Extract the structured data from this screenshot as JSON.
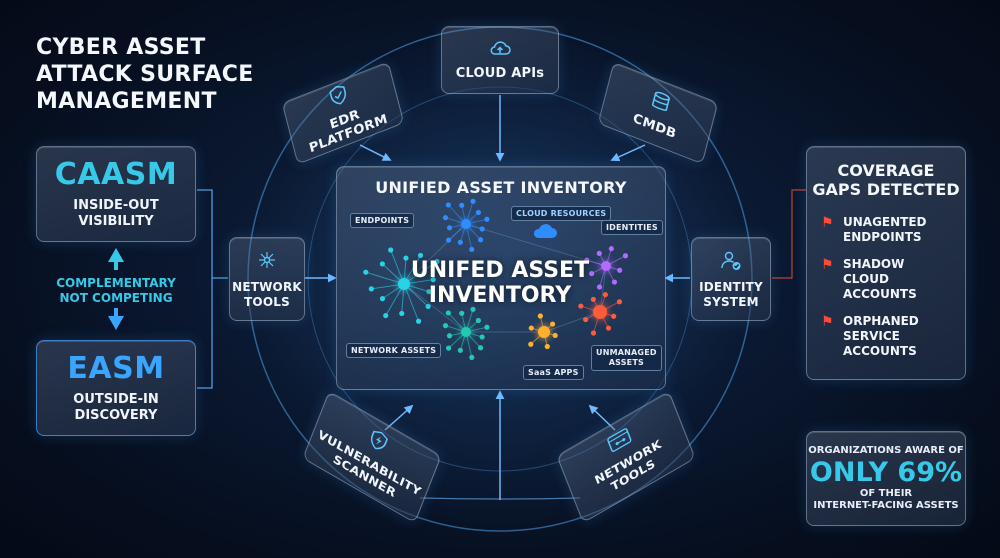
{
  "title": "CYBER ASSET\nATTACK SURFACE\nMANAGEMENT",
  "caasm": {
    "acronym": "CAASM",
    "description": "INSIDE-OUT\nVISIBILITY"
  },
  "complementary_label": "COMPLEMENTARY\nNOT COMPETING",
  "easm": {
    "acronym": "EASM",
    "description": "OUTSIDE-IN\nDISCOVERY"
  },
  "sources": {
    "cloud_apis": "CLOUD APIs",
    "edr_platform": "EDR PLATFORM",
    "cmdb": "CMDB",
    "network_tools_left": "NETWORK\nTOOLS",
    "identity_system": "IDENTITY\nSYSTEM",
    "vulnerability_scanner": "VULNERABILITY\nSCANNER",
    "network_tools_bottom": "NETWORK\nTOOLS"
  },
  "inventory": {
    "header": "UNIFIED ASSET INVENTORY",
    "center_label": "UNIFED ASSET\nINVENTORY",
    "tags": {
      "endpoints": "ENDPOINTS",
      "cloud_resources": "CLOUD RESOURCES",
      "identities": "IDENTITIES",
      "network_assets": "NETWORK ASSETS",
      "saas_apps": "SaaS APPS",
      "unmanaged_assets": "UNMANAGED\nASSETS"
    }
  },
  "coverage": {
    "title": "COVERAGE\nGAPS DETECTED",
    "items": [
      "UNAGENTED\nENDPOINTS",
      "SHADOW CLOUD\nACCOUNTS",
      "ORPHANED\nSERVICE\nACCOUNTS"
    ]
  },
  "stat": {
    "line1": "ORGANIZATIONS AWARE OF",
    "highlight": "ONLY 69%",
    "line2": "OF THEIR\nINTERNET-FACING ASSETS"
  },
  "colors": {
    "accent": "#37c9e8",
    "easm_accent": "#3aa4ff",
    "flag": "#ff4a3a",
    "endpoints_cluster": "#29d3e6",
    "cloud_cluster": "#2f8cff",
    "identities_cluster": "#b26bff",
    "network_cluster": "#22c9b3",
    "saas_cluster": "#ffb02e",
    "unmanaged_cluster": "#ff5a3a"
  },
  "icons": {
    "cloud_apis": "cloud-upload-icon",
    "edr_platform": "shield-check-icon",
    "cmdb": "database-icon",
    "network_tools": "network-hub-icon",
    "identity_system": "user-check-icon",
    "vulnerability_scanner": "shield-bolt-icon",
    "network_tools_bottom": "network-browser-icon",
    "cloud_resources": "cloud-icon",
    "coverage_flag": "flag-icon"
  }
}
